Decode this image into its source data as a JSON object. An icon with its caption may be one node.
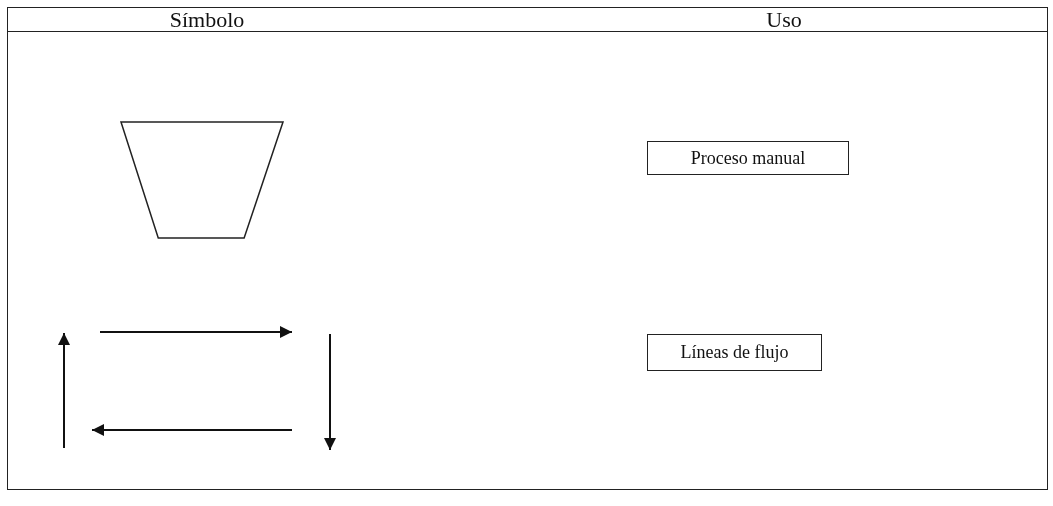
{
  "diagram": {
    "nodes": [
      {
        "text": [],
        "shape": "trapezoid"
      },
      {
        "text": [
          "Proceso manual"
        ]
      },
      {
        "text": [
          "Líneas de flujo"
        ]
      }
    ],
    "labels": [
      "Símbolo",
      "Uso"
    ]
  }
}
